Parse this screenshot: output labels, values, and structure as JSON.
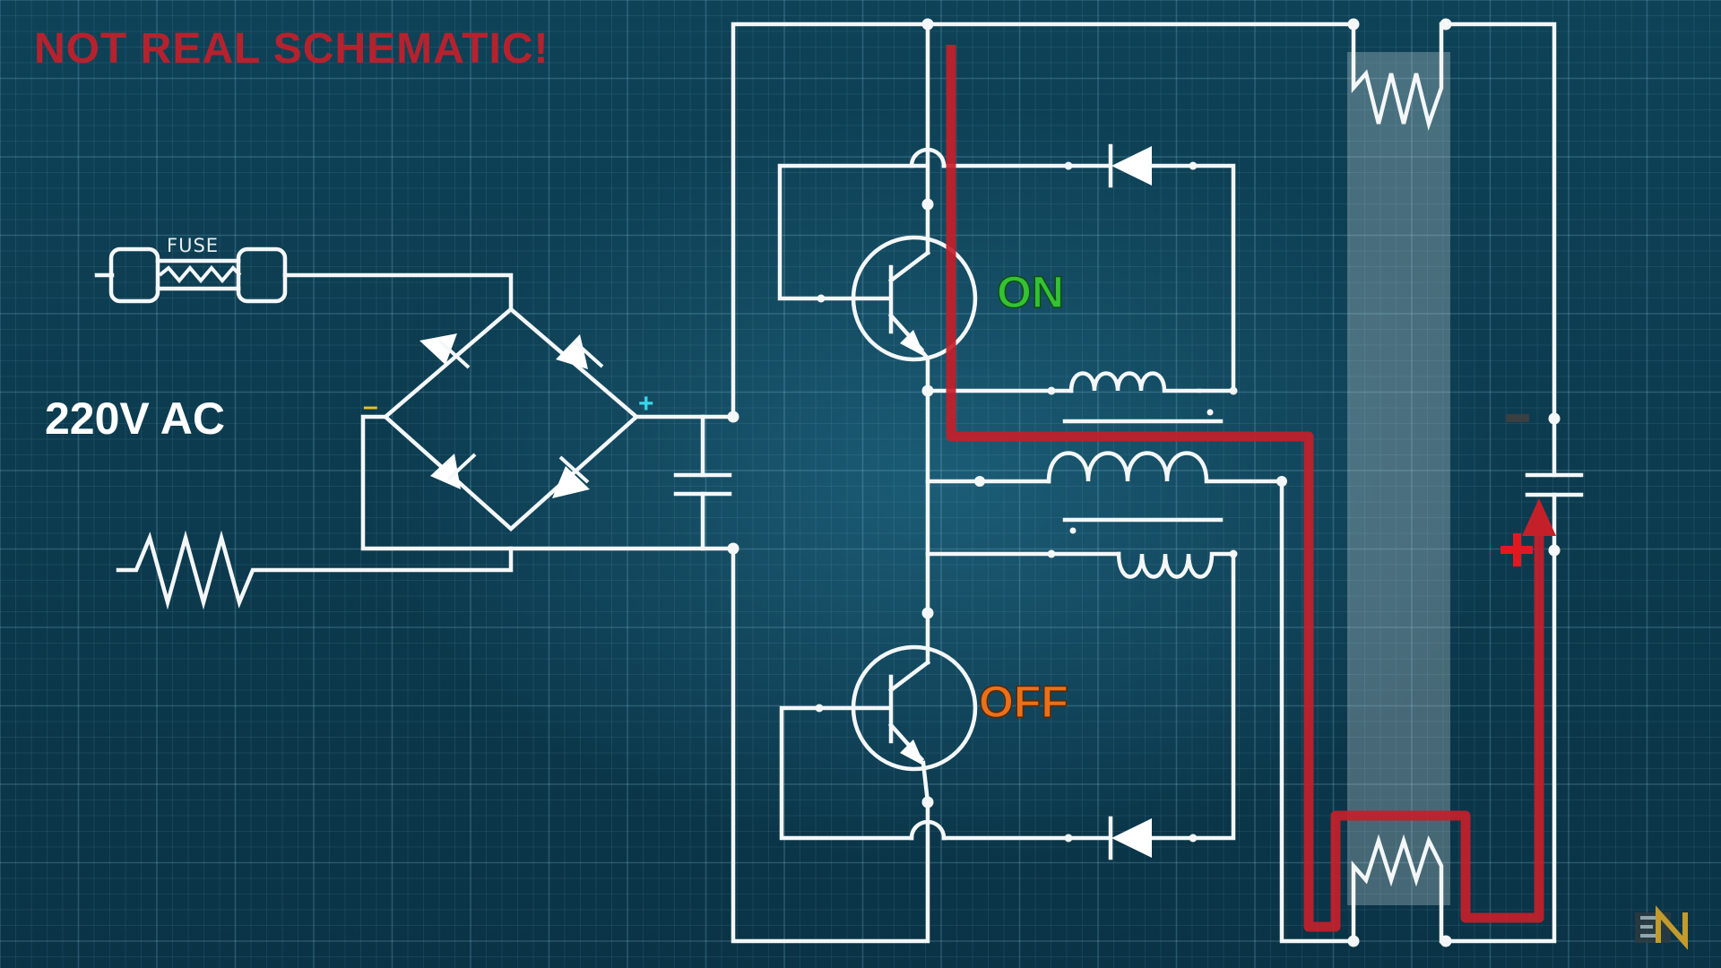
{
  "title": "NOT REAL SCHEMATIC!",
  "voltage_label": "220V AC",
  "fuse_label": "FUSE",
  "q1_state": "ON",
  "q2_state": "OFF",
  "bridge_minus": "–",
  "bridge_plus": "+",
  "colors": {
    "background": "#0d3a4e",
    "wire": "#f4f7f8",
    "current_path": "#c4202a",
    "title": "#b5222e",
    "on": "#34c234",
    "off": "#e8711c",
    "tube": "#c8d4d8"
  },
  "icons": [
    "fuse-icon",
    "resistor-icon",
    "diode-icon",
    "npn-transistor-icon",
    "capacitor-icon",
    "inductor-icon",
    "transformer-icon",
    "heater-filament-icon",
    "current-arrow-icon",
    "logo-icon"
  ]
}
